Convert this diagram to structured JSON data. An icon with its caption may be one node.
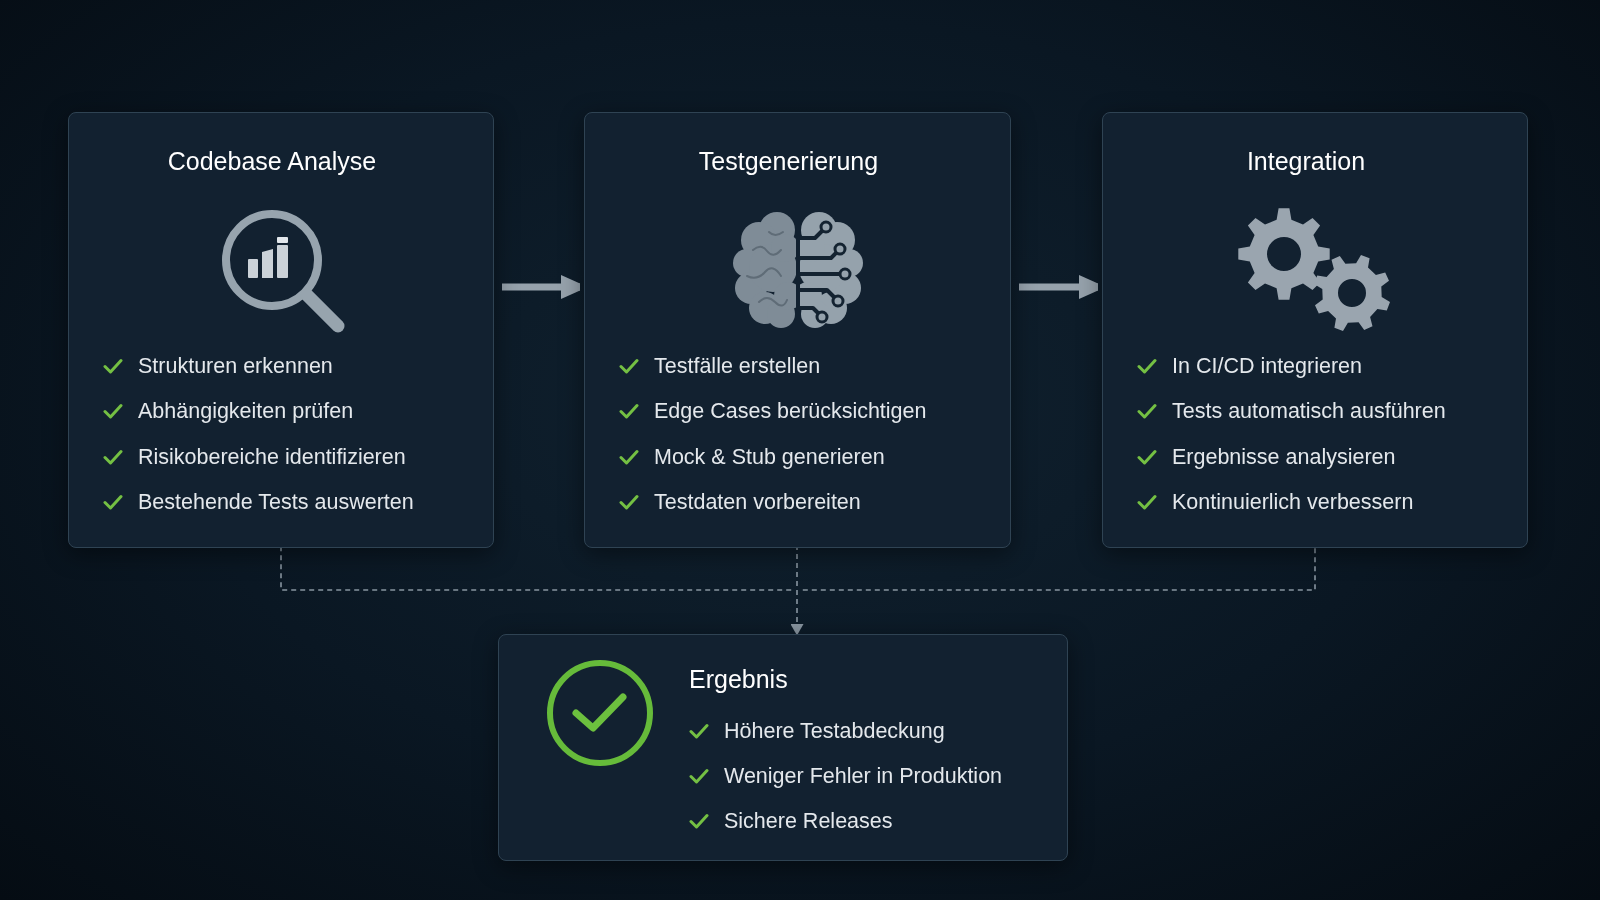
{
  "diagram": {
    "nodes": [
      {
        "text": [
          "Codebase Analyse",
          "Strukturen erkennen",
          "Abhängigkeiten prüfen",
          "Risikobereiche identifizieren",
          "Bestehende Tests auswerten"
        ]
      },
      {
        "text": [
          "Testgenerierung",
          "Testfälle erstellen",
          "Edge Cases berücksichtigen",
          "Mock & Stub generieren",
          "Testdaten vorbereiten"
        ]
      },
      {
        "text": [
          "Integration",
          "In CI/CD integrieren",
          "Tests automatisch ausführen",
          "Ergebnisse analysieren",
          "Kontinuierlich verbessern"
        ]
      },
      {
        "text": [
          "Ergebnis",
          "Höhere Testabdeckung",
          "Weniger Fehler in Produktion",
          "Sichere Releases"
        ]
      }
    ],
    "edges": [
      {
        "from": 0,
        "to": 1,
        "arrow": "to",
        "style": "thick"
      },
      {
        "from": 1,
        "to": 2,
        "arrow": "to",
        "style": "thick"
      },
      {
        "from": 0,
        "to": 3,
        "arrow": "to",
        "style": "dashed"
      },
      {
        "from": 1,
        "to": 3,
        "arrow": "to",
        "style": "dashed"
      },
      {
        "from": 2,
        "to": 3,
        "arrow": "to",
        "style": "dashed"
      }
    ]
  }
}
